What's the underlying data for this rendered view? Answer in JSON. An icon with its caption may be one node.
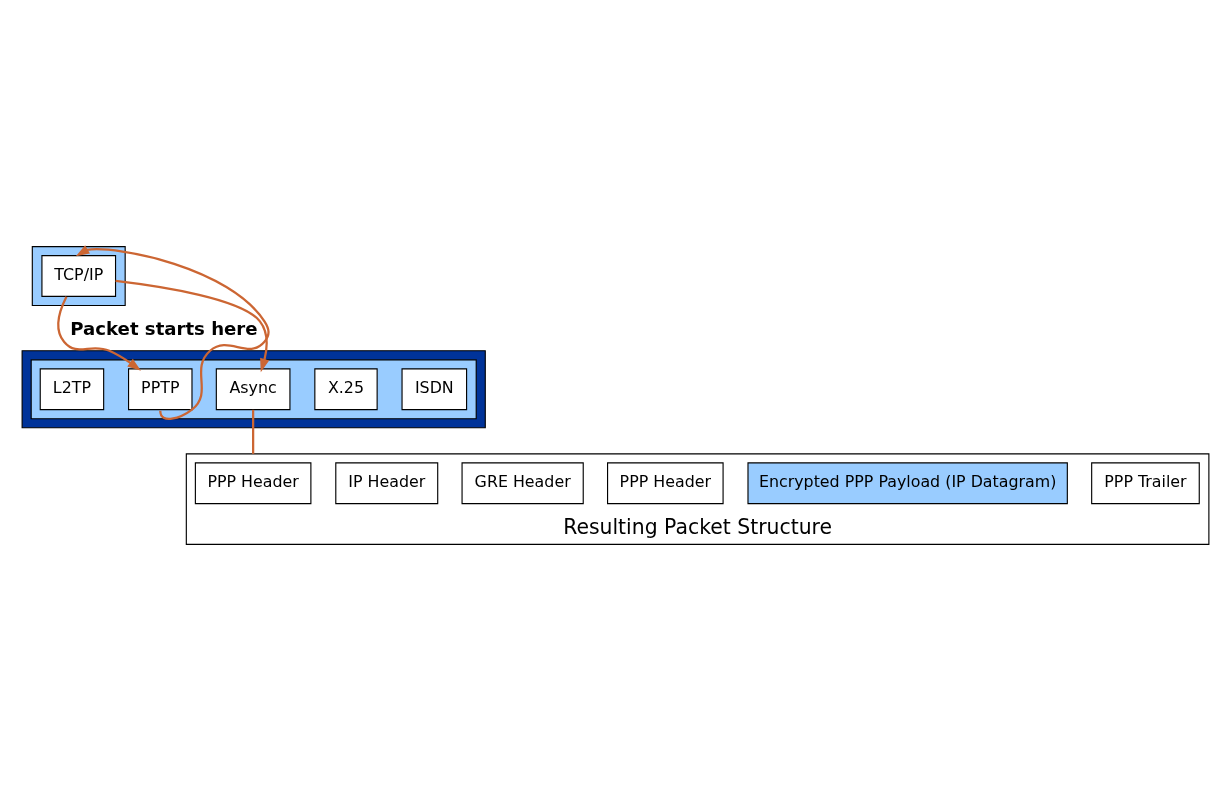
{
  "diagram": {
    "nodes": [
      {
        "text": [],
        "shape": "box"
      },
      {
        "text": [
          "TCP/IP"
        ],
        "in": 0
      },
      {
        "text": [],
        "shape": "box"
      },
      {
        "text": [],
        "shape": "box",
        "in": 2
      },
      {
        "text": [
          "L2TP"
        ],
        "in": 3
      },
      {
        "text": [
          "PPTP"
        ],
        "in": 3
      },
      {
        "text": [
          "Async"
        ],
        "in": 3
      },
      {
        "text": [
          "X.25"
        ],
        "in": 3
      },
      {
        "text": [
          "ISDN"
        ],
        "in": 3
      },
      {
        "text": [
          "Resulting Packet Structure"
        ]
      },
      {
        "text": [
          "PPP Header"
        ],
        "in": 9
      },
      {
        "text": [
          "IP Header"
        ],
        "in": 9
      },
      {
        "text": [
          "GRE Header"
        ],
        "in": 9
      },
      {
        "text": [
          "PPP Header"
        ],
        "in": 9
      },
      {
        "text": [
          "Encrypted PPP Payload (IP Datagram)"
        ],
        "in": 9
      },
      {
        "text": [
          "PPP Trailer"
        ],
        "in": 9
      }
    ],
    "edges": [
      {
        "from": 1,
        "to": 5,
        "arrow": "to",
        "label": "Packet starts here"
      },
      {
        "from": 1,
        "to": 6,
        "arrow": "to"
      },
      {
        "from": 5,
        "to": 1,
        "arrow": "to"
      },
      {
        "from": 6,
        "to": 9,
        "arrow": "none"
      }
    ]
  }
}
